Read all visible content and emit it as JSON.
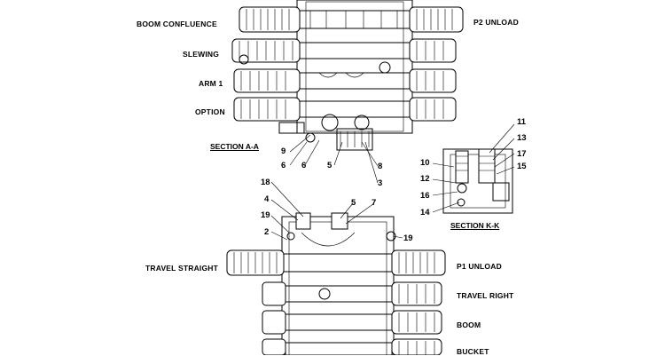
{
  "top_section": {
    "labels": {
      "boom_confluence": "BOOM CONFLUENCE",
      "p2_unload": "P2 UNLOAD",
      "slewing": "SLEWING",
      "arm1": "ARM 1",
      "option": "OPTION"
    },
    "section_title": "SECTION  A-A",
    "callouts": [
      "9",
      "6",
      "6",
      "5",
      "8",
      "3"
    ]
  },
  "kk_section": {
    "section_title": "SECTION  K-K",
    "callouts": [
      "11",
      "13",
      "10",
      "17",
      "15",
      "12",
      "16",
      "14"
    ]
  },
  "bottom_section": {
    "labels": {
      "travel_straight": "TRAVEL STRAIGHT",
      "p1_unload": "P1 UNLOAD",
      "travel_right": "TRAVEL RIGHT",
      "boom": "BOOM",
      "bucket": "BUCKET"
    },
    "callouts": [
      "18",
      "4",
      "19",
      "2",
      "5",
      "7",
      "19"
    ]
  }
}
